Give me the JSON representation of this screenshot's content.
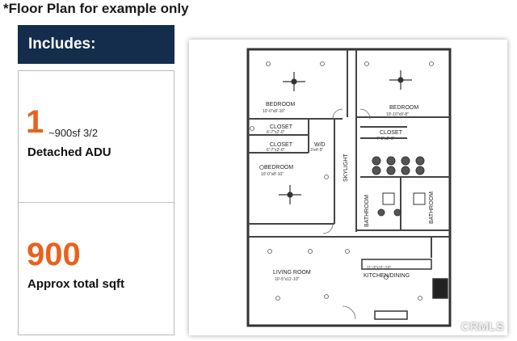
{
  "caption": "*Floor Plan for example only",
  "includes_label": "Includes:",
  "stat1": {
    "number": "1",
    "sub": "~900sf 3/2",
    "label": "Detached ADU"
  },
  "stat2": {
    "number": "900",
    "label": "Approx total sqft"
  },
  "watermark": "CRMLS",
  "plan": {
    "bedroom1": "BEDROOM",
    "bedroom1_dim": "10'-0\"x8'-10\"",
    "bedroom2": "BEDROOM",
    "bedroom2_dim": "10'-10\"x9'-8\"",
    "bedroom3": "BEDROOM",
    "bedroom3_dim": "10'-0\"x8'-10\"",
    "closet1": "CLOSET",
    "closet1_dim": "6'-7\"x2'-0\"",
    "closet2": "CLOSET",
    "closet2_dim": "6'-7\"x2'-0\"",
    "closet3": "CLOSET",
    "closet3_dim": "7'-5\"x2'-0\"",
    "wd": "W/D",
    "wd_dim": "3'x4'-5\"",
    "skylight": "SKYLIGHT",
    "bathroom1": "BATHROOM",
    "bathroom2": "BATHROOM",
    "living": "LIVING ROOM",
    "living_dim": "10'-5\"x11'-10\"",
    "kitchen_dim": "11'-3\"x11'-10\"",
    "kitchen": "KITCHEN/DINING"
  },
  "colors": {
    "accent": "#e8621d",
    "banner": "#142d4c"
  }
}
